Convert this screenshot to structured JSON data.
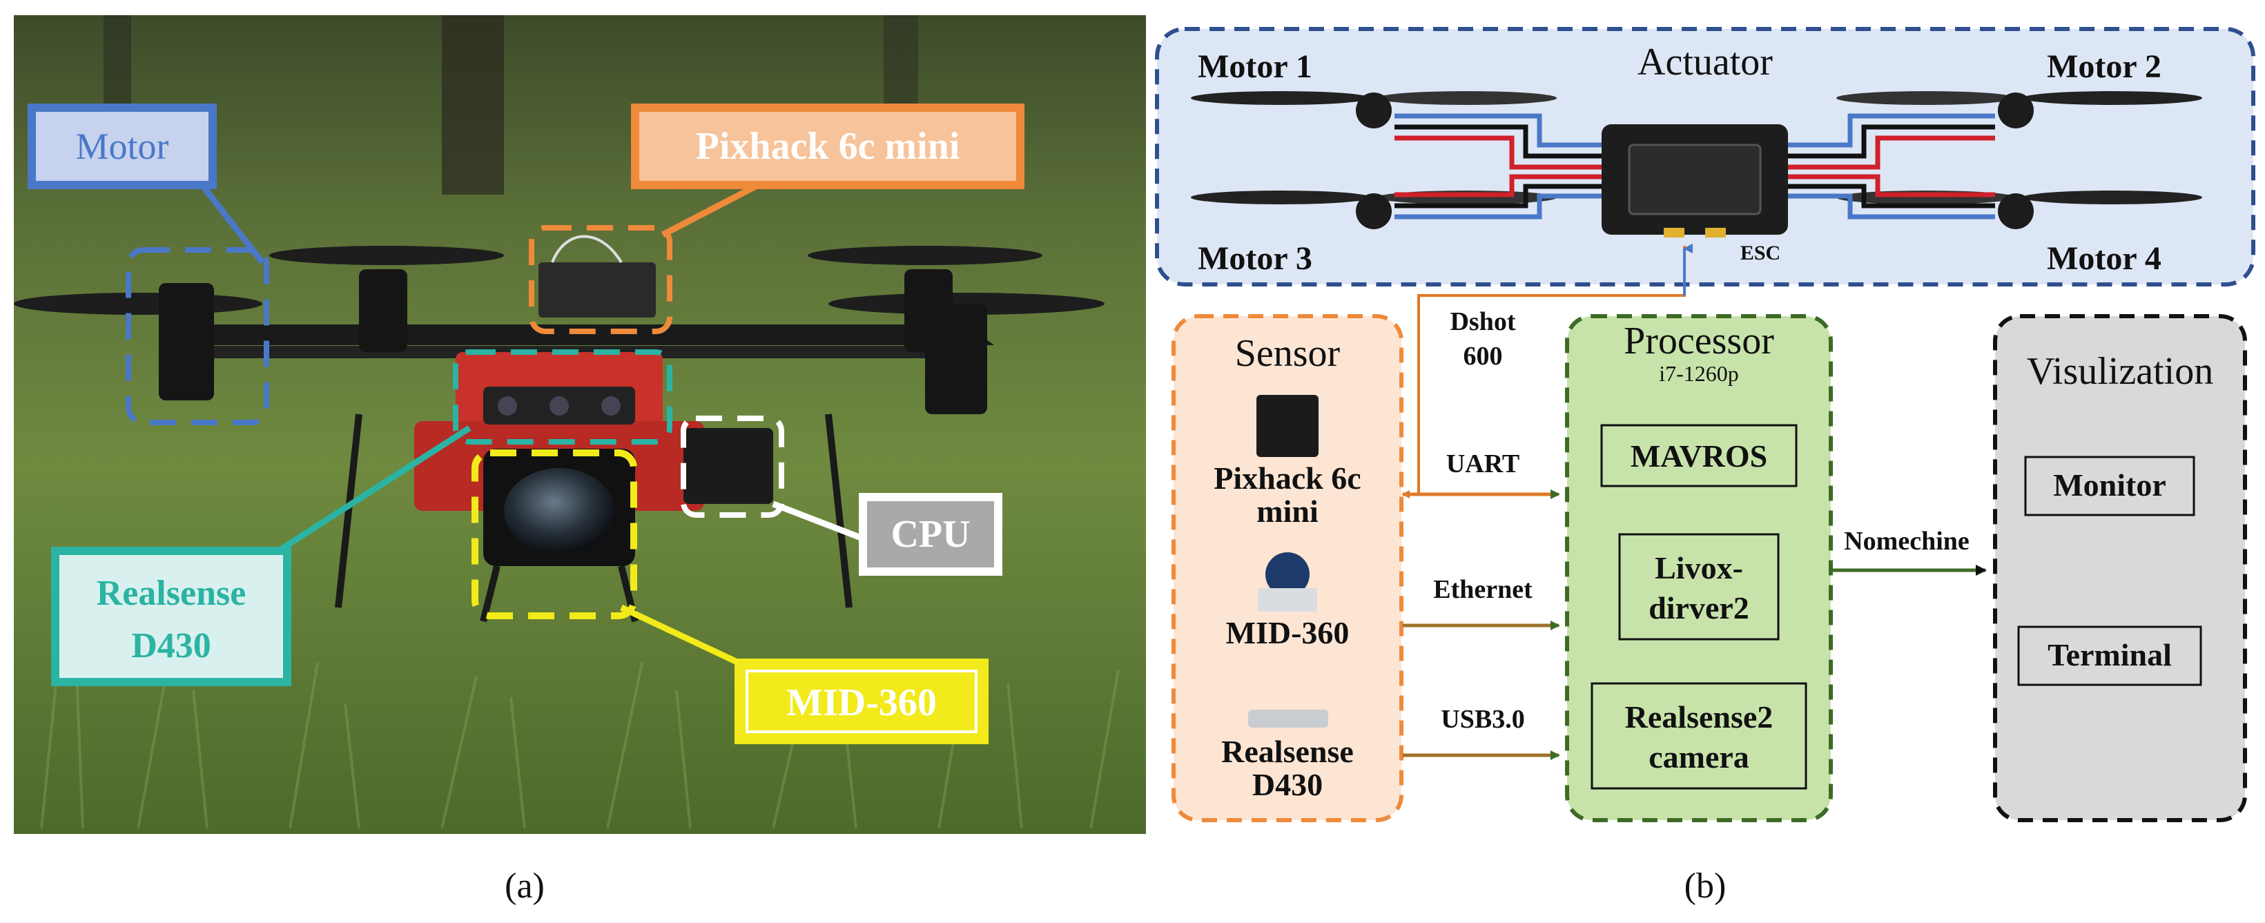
{
  "panel_a": {
    "caption": "(a)",
    "callouts": {
      "motor": "Motor",
      "pixhack": "Pixhack 6c mini",
      "cpu": "CPU",
      "realsense_line1": "Realsense",
      "realsense_line2": "D430",
      "mid360": "MID-360"
    },
    "colors": {
      "motor": "#4a78c8",
      "pixhack": "#ef8a3a",
      "cpu": "#ffffff",
      "realsense": "#2bb3a3",
      "mid360": "#f2ea1a"
    }
  },
  "panel_b": {
    "caption": "(b)",
    "actuator": {
      "title": "Actuator",
      "motors": [
        "Motor 1",
        "Motor 2",
        "Motor 3",
        "Motor 4"
      ],
      "esc_label": "ESC"
    },
    "links": {
      "dshot_line1": "Dshot",
      "dshot_line2": "600",
      "uart": "UART",
      "ethernet": "Ethernet",
      "usb": "USB3.0",
      "nomechine": "Nomechine"
    },
    "sensor": {
      "title": "Sensor",
      "pixhack_line1": "Pixhack 6c",
      "pixhack_line2": "mini",
      "mid360": "MID-360",
      "realsense_line1": "Realsense",
      "realsense_line2": "D430"
    },
    "processor": {
      "title": "Processor",
      "subtitle": "i7-1260p",
      "mavros": "MAVROS",
      "livox_line1": "Livox-",
      "livox_line2": "dirver2",
      "realsense_line1": "Realsense2",
      "realsense_line2": "camera"
    },
    "visualization": {
      "title": "Visulization",
      "monitor": "Monitor",
      "terminal": "Terminal"
    },
    "colors": {
      "actuator_fill": "#dde6f5",
      "actuator_border": "#2f4f8f",
      "sensor_fill": "#fde5d4",
      "sensor_border": "#ef8a3a",
      "processor_fill": "#c8e3aa",
      "processor_border": "#3d6b26",
      "visual_fill": "#d9d9d9",
      "visual_border": "#111111",
      "arrow_orange": "#e07a28",
      "arrow_green": "#3d6b26",
      "arrow_blue": "#4a78c8"
    }
  }
}
